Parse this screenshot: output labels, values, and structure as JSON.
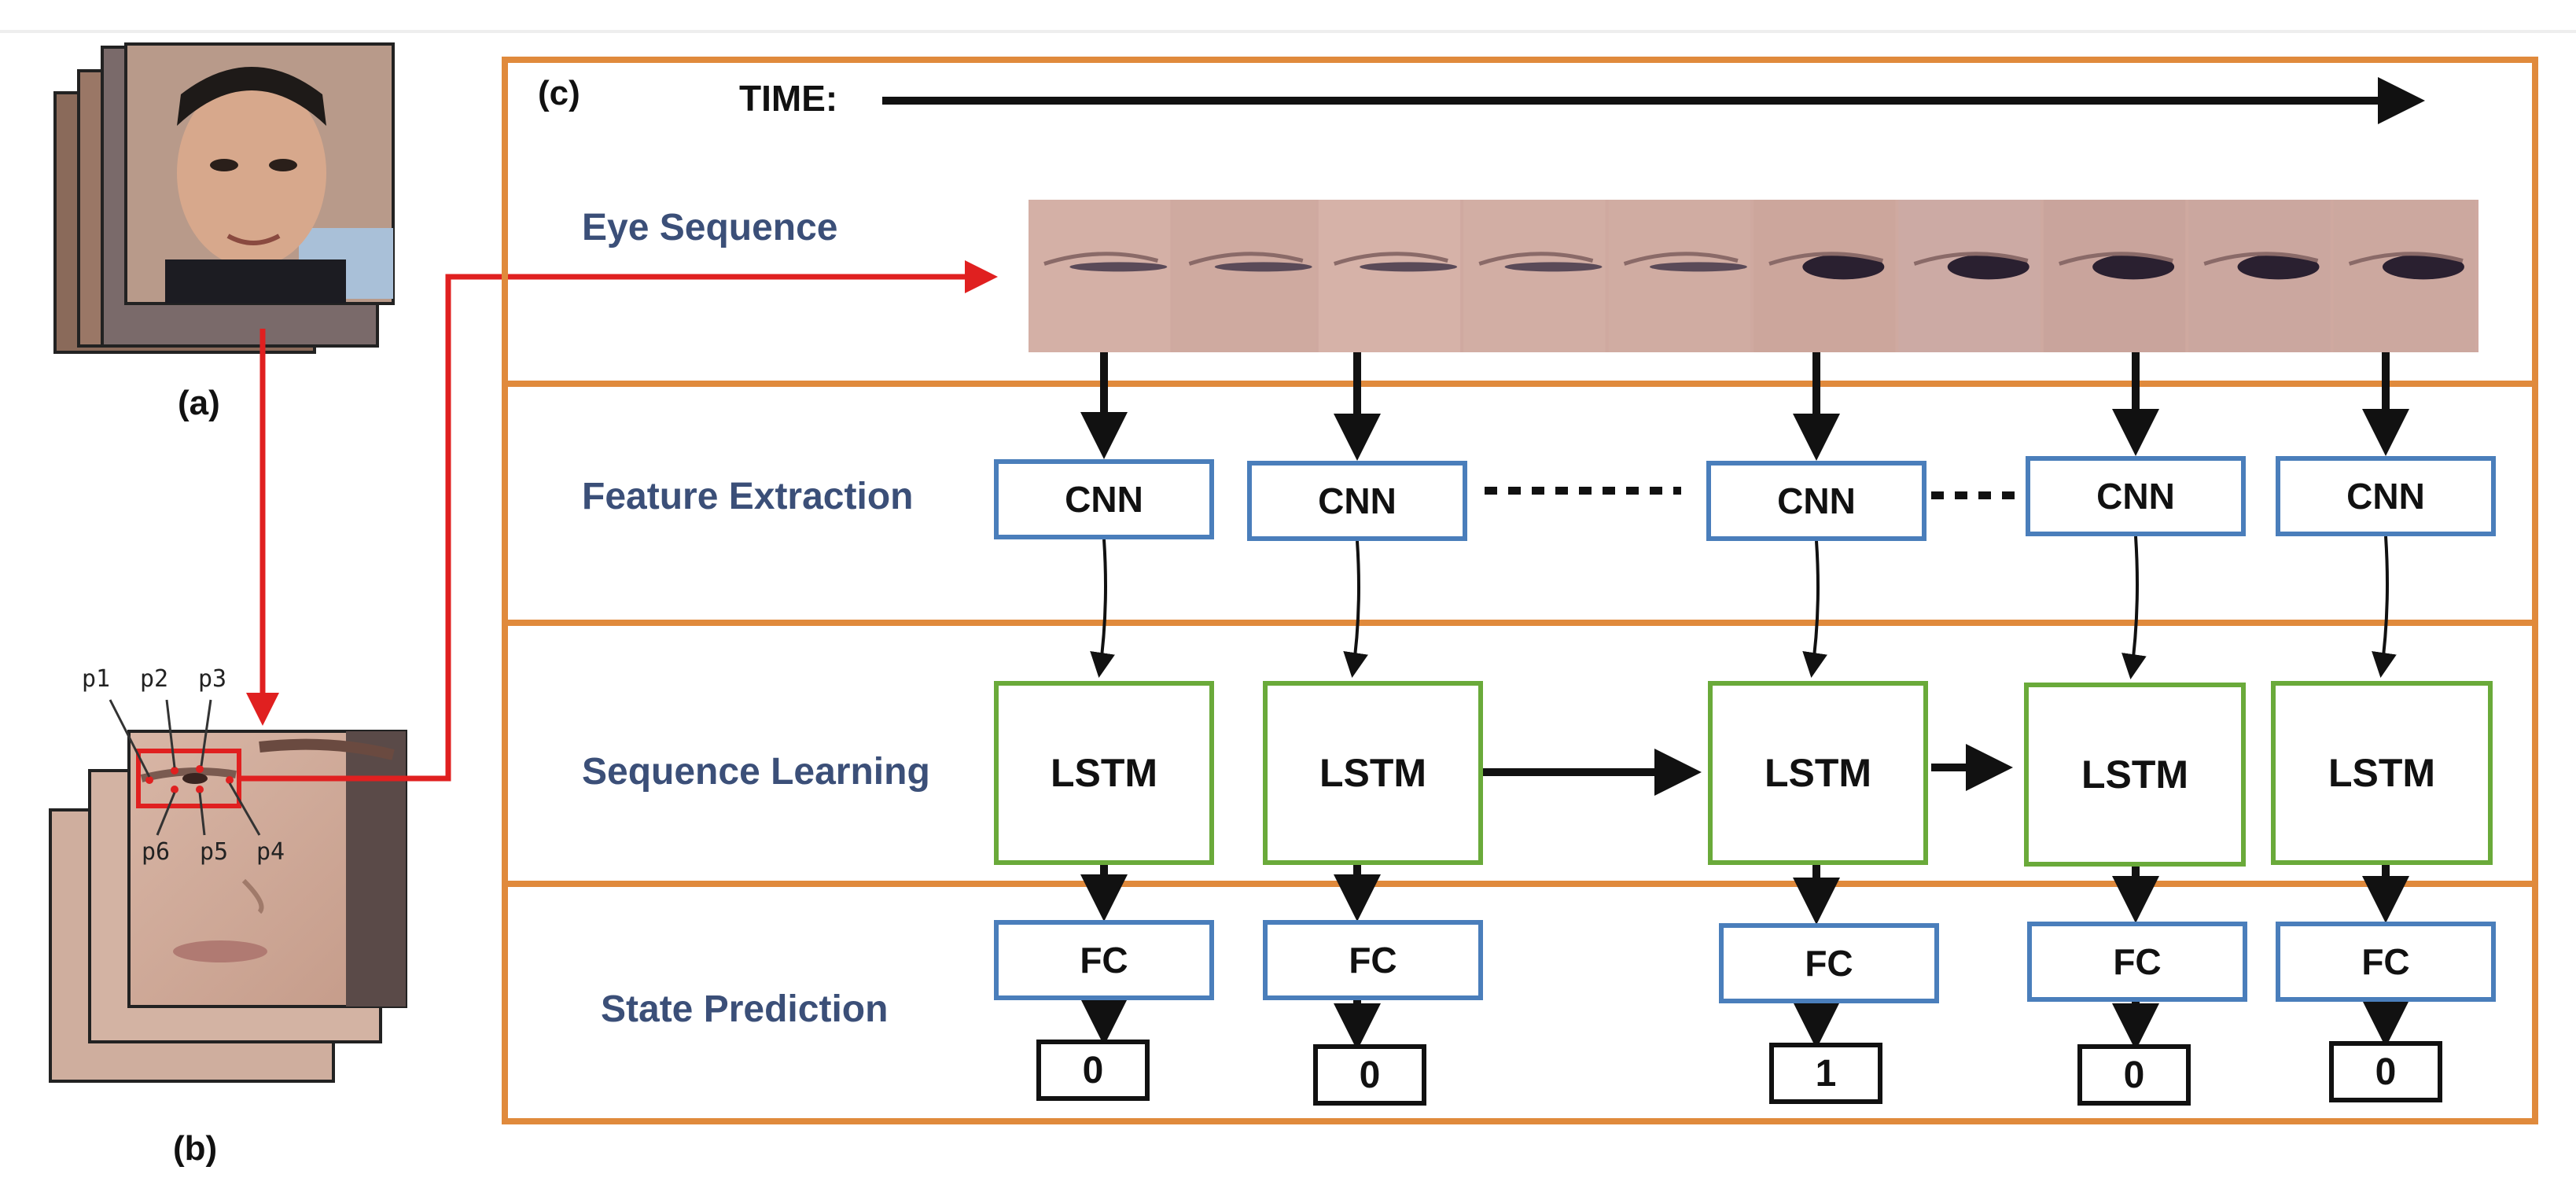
{
  "panels": {
    "a": "(a)",
    "b": "(b)",
    "c": "(c)"
  },
  "time_label": "TIME:",
  "rows": {
    "eye_sequence": "Eye Sequence",
    "feature_extraction": "Feature Extraction",
    "sequence_learning": "Sequence Learning",
    "state_prediction": "State Prediction"
  },
  "landmarks": [
    "p1",
    "p2",
    "p3",
    "p4",
    "p5",
    "p6"
  ],
  "cnn_label": "CNN",
  "lstm_label": "LSTM",
  "fc_label": "FC",
  "outputs": [
    "0",
    "0",
    "1",
    "0",
    "0"
  ],
  "colors": {
    "frame_orange": "#e08a3c",
    "cnn_fc_blue": "#4a7ebb",
    "lstm_green": "#6aaa3a",
    "arrow_red": "#e02020",
    "row_title": "#3b4f78"
  }
}
